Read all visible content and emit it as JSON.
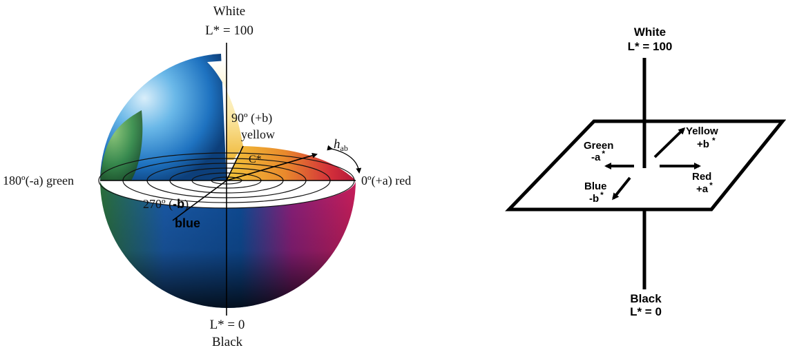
{
  "sphere": {
    "top_title": "White",
    "top_value": "L* = 100",
    "angle_90": "90º (+b)",
    "angle_90_name": "yellow",
    "chroma": "C*",
    "hue_symbol": "h",
    "hue_sub": "ab",
    "angle_180": "180º(-a) green",
    "angle_0": "0º(+a) red",
    "angle_270_pre": "270º (",
    "angle_270_b": "-b",
    "angle_270_post": ")",
    "angle_270_name": "blue",
    "bottom_value": "L* = 0",
    "bottom_title": "Black"
  },
  "plane": {
    "top_title": "White",
    "top_value": "L* = 100",
    "yellow": "Yellow",
    "yellow_axis": "+b",
    "green": "Green",
    "green_axis": "-a",
    "red": "Red",
    "red_axis": "+a",
    "blue": "Blue",
    "blue_axis": "-b",
    "star": "*",
    "bottom_title": "Black",
    "bottom_value": "L* = 0"
  },
  "colors": {
    "yellow": "#f2c12e",
    "orange": "#e8902a",
    "red": "#c81e3a",
    "magenta": "#b01a6e",
    "blue": "#1565b0",
    "cyan": "#5fb3e6",
    "green": "#3a8c3a",
    "black": "#111111",
    "white": "#ffffff"
  }
}
